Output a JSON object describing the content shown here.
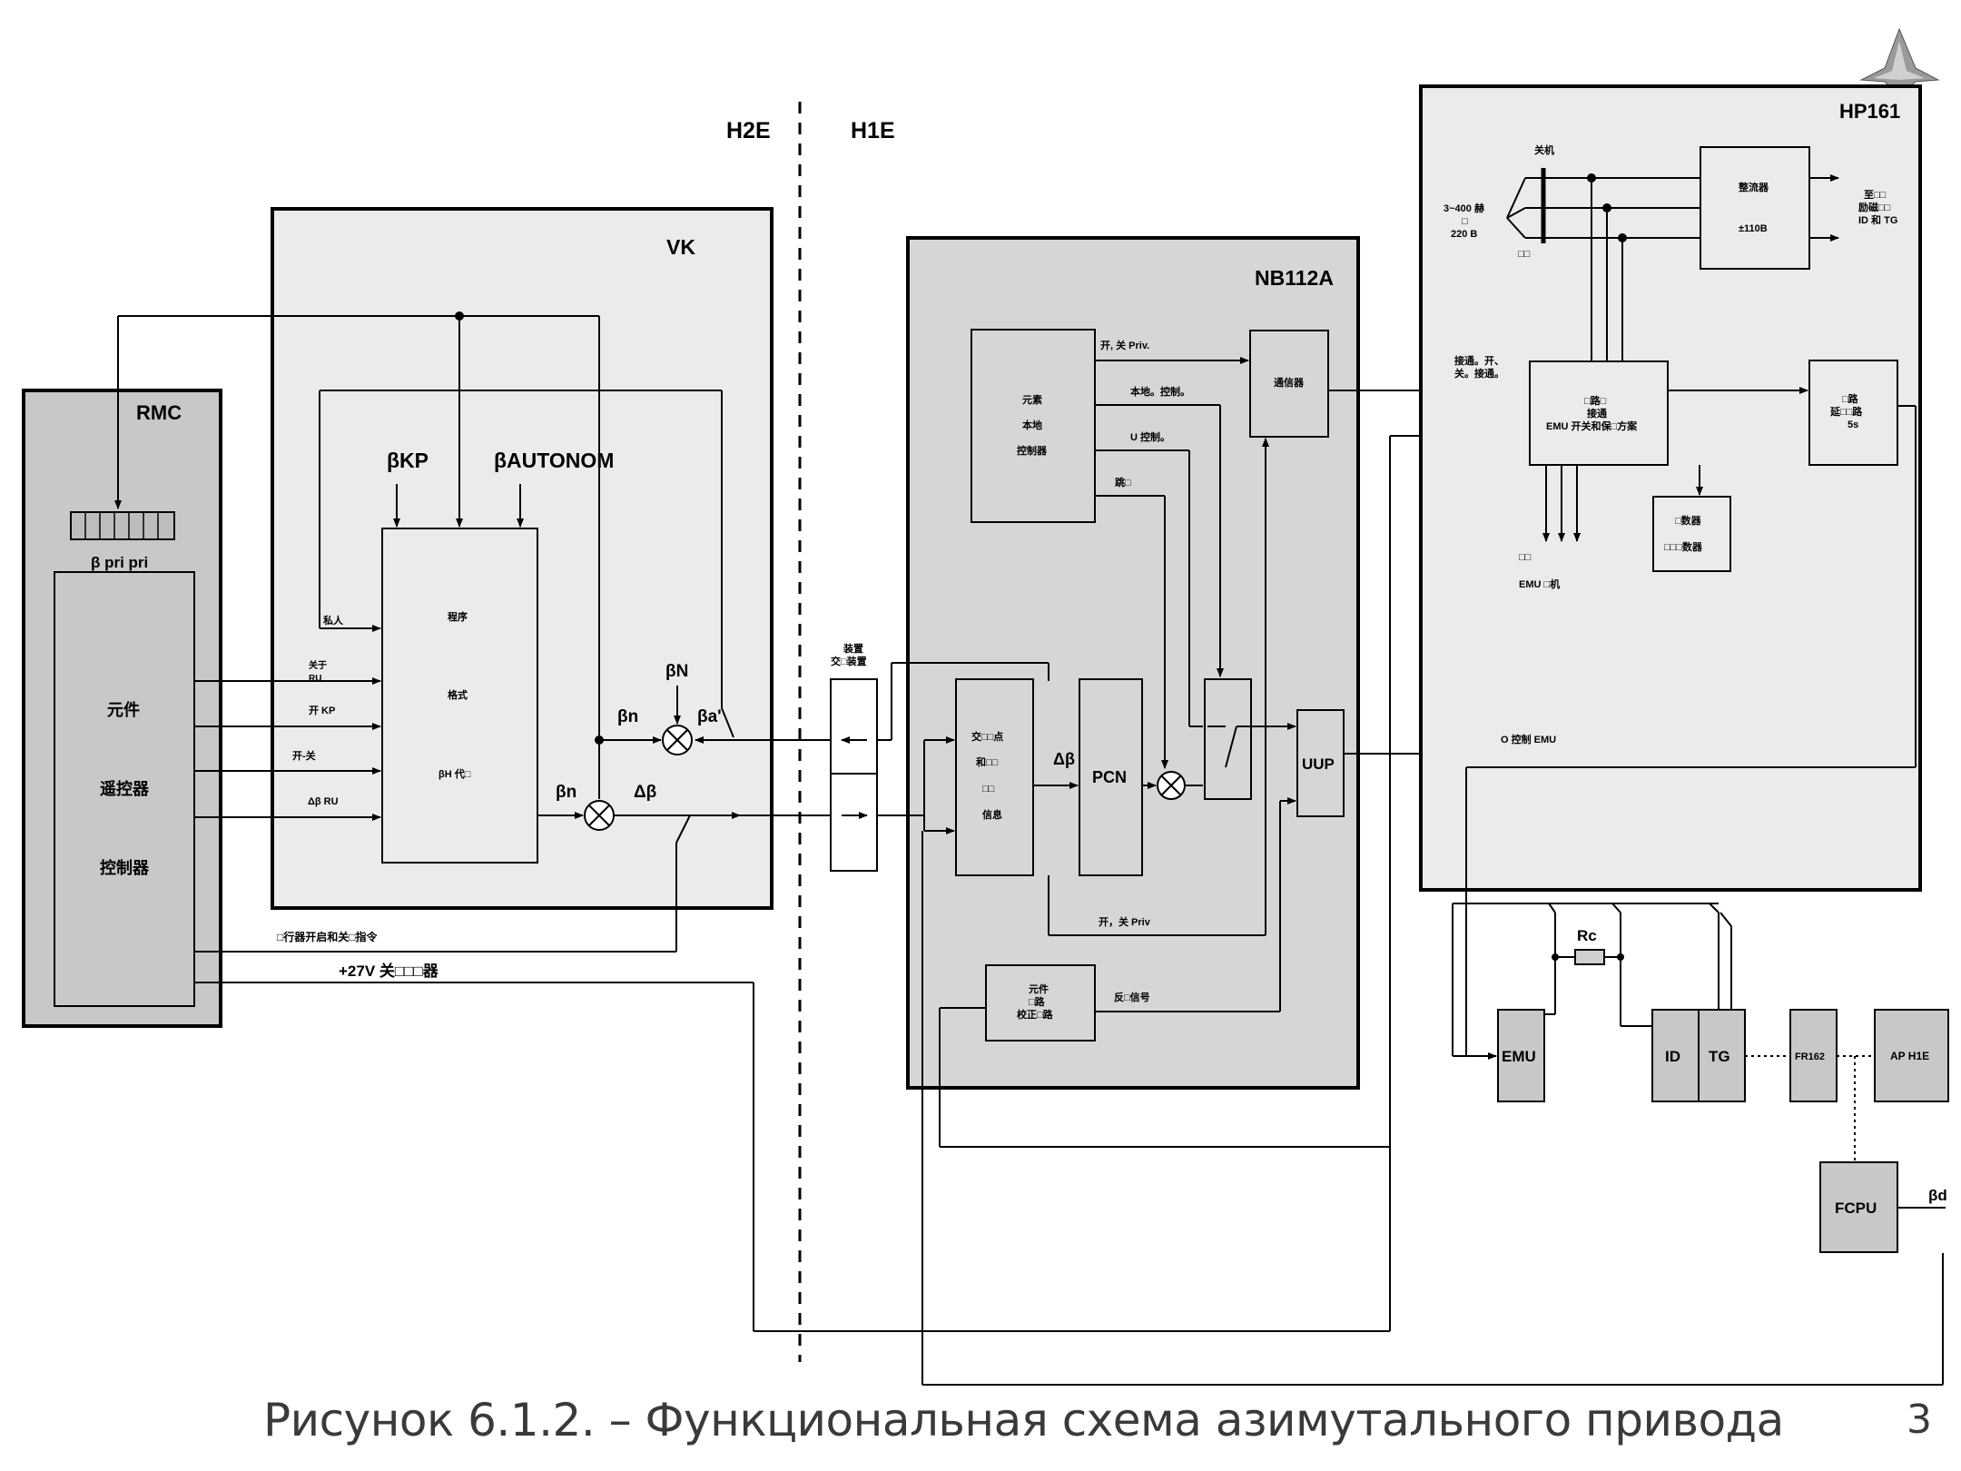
{
  "zones": {
    "h2e": "H2E",
    "h1e": "H1E"
  },
  "rmc": {
    "title": "RMC",
    "scale_label": "β pri pri",
    "lines": [
      "元件",
      "遥控器",
      "控制器"
    ]
  },
  "vk": {
    "title": "VK",
    "input_kp": "βKP",
    "input_autonom": "βAUTONOM",
    "block_lines": [
      "程序",
      "格式",
      "βH 代□"
    ],
    "in_private": "私人",
    "in_ru_off_top": "关于",
    "in_ru_off_bottom": "RU",
    "in_kp_on": "开 KP",
    "in_on_off": "开-关",
    "in_dbeta_ru": "Δβ RU",
    "beta_n_upper": "βn",
    "beta_n_lower": "βn",
    "beta_N": "βN",
    "beta_a": "βa'",
    "delta_beta": "Δβ"
  },
  "rmc_out": {
    "cmd_label": "□行器开启和关□指令",
    "power_label": "+27V 关□□□器"
  },
  "exchange": {
    "line1": "装置",
    "line2": "交□装置"
  },
  "nb112a": {
    "title": "NB112A",
    "local_ctrl_lines": [
      "元素",
      "本地",
      "控制器"
    ],
    "sig_on_off_priv": "开, 关 Priv.",
    "sig_local_ctrl": "本地。控制。",
    "sig_u_ctrl": "U 控制。",
    "sig_jump": "跳□",
    "comm_label": "通信器",
    "info_lines": [
      "交□□点",
      "和□□",
      "□□",
      "信息"
    ],
    "delta_beta": "Δβ",
    "pcn": "PCN",
    "uup": "UUP",
    "bottom_on_off_priv": "开，关 Priv",
    "corr_lines": [
      "元件",
      "□路",
      "校正□路"
    ],
    "feedback": "反□信号"
  },
  "hp161": {
    "title": "HP161",
    "switch_label": "关机",
    "supply_lines": [
      "3~400 赫",
      "□",
      "220 В"
    ],
    "supply_sub": "□□",
    "rect_title": "整流器",
    "rect_value": "±110В",
    "out_lines": [
      "至□□",
      "励磁□□",
      "ID 和 TG"
    ],
    "conn_lines": [
      "接通。开、",
      "关。接通。"
    ],
    "emu_lines": [
      "□路□",
      "接通",
      "EMU 开关和保□方案"
    ],
    "delay_lines": [
      "□路",
      "延□□路",
      "5s"
    ],
    "counter_lines": [
      "□数器",
      "□□□数器"
    ],
    "emu_out_top": "□□",
    "emu_out_bottom": "EMU □机",
    "o_ctrl": "O 控制 EMU"
  },
  "machines": {
    "rc": "Rc",
    "emu": "EMU",
    "id": "ID",
    "tg": "TG",
    "fr162": "FR162",
    "ap_h1e": "AP H1E",
    "fcpu": "FCPU",
    "beta_d": "βd"
  },
  "caption": "Рисунок 6.1.2. – Функциональная схема азимутального привода",
  "page_number": "3"
}
